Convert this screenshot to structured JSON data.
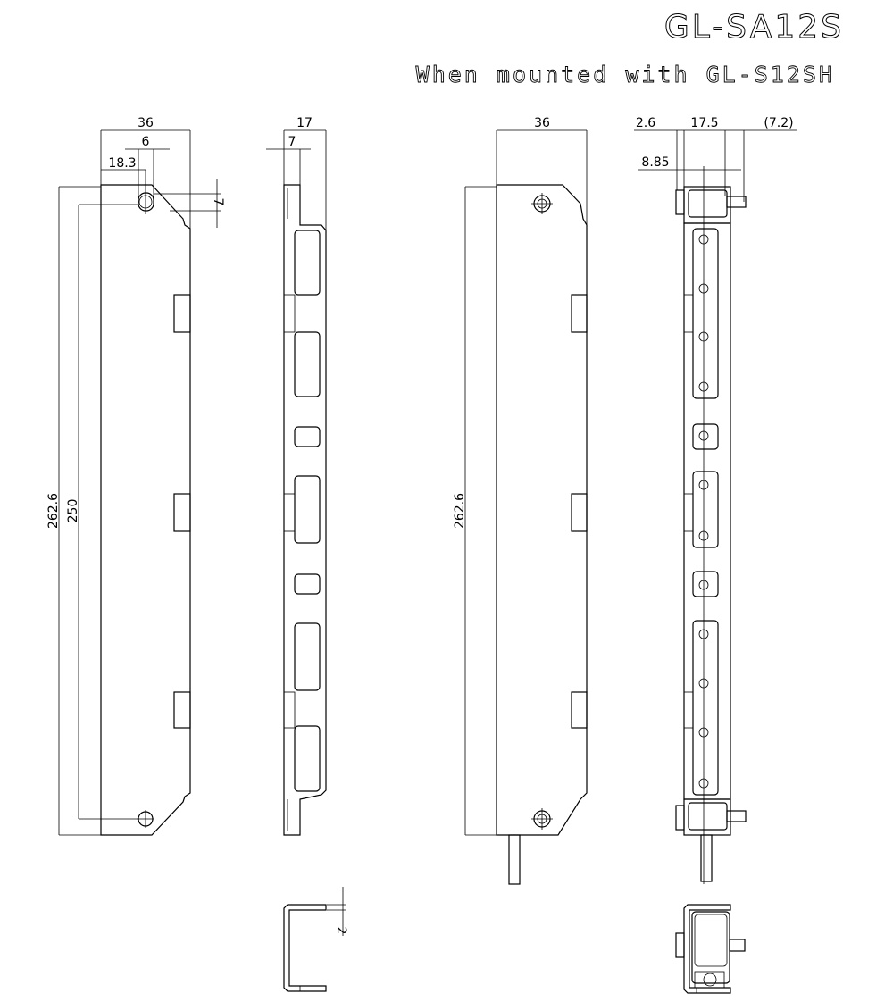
{
  "title": "GL-SA12S",
  "subtitle": "When mounted with GL-S12SH",
  "front_view": {
    "width": "36",
    "hole_dia": "6",
    "hole_offset": "18.3",
    "hole_pitch_v": "7",
    "total_height": "262.6",
    "hole_pitch": "250"
  },
  "side_view": {
    "width": "17",
    "flange": "7"
  },
  "mounted_front_view": {
    "width": "36",
    "total_height": "262.6"
  },
  "mounted_side_view": {
    "d1": "2.6",
    "d2": "17.5",
    "d3": "(7.2)",
    "d4": "8.85"
  },
  "section_view": {
    "thickness": "2"
  }
}
